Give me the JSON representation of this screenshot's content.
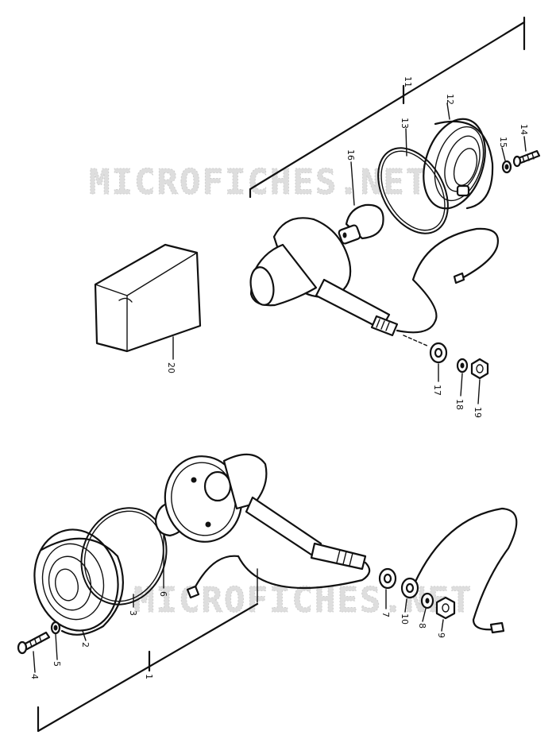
{
  "watermark": {
    "upper": "MICROFICHES.NET",
    "lower": "MICROFICHES.NET"
  },
  "callouts": {
    "p1": "1",
    "p2": "2",
    "p3": "3",
    "p4": "4",
    "p5": "5",
    "p6": "6",
    "p7": "7",
    "p8": "8",
    "p9": "9",
    "p10": "10",
    "p11": "11",
    "p12": "12",
    "p13": "13",
    "p14": "14",
    "p15": "15",
    "p16": "16",
    "p17": "17",
    "p18": "18",
    "p19": "19",
    "p20": "20"
  }
}
